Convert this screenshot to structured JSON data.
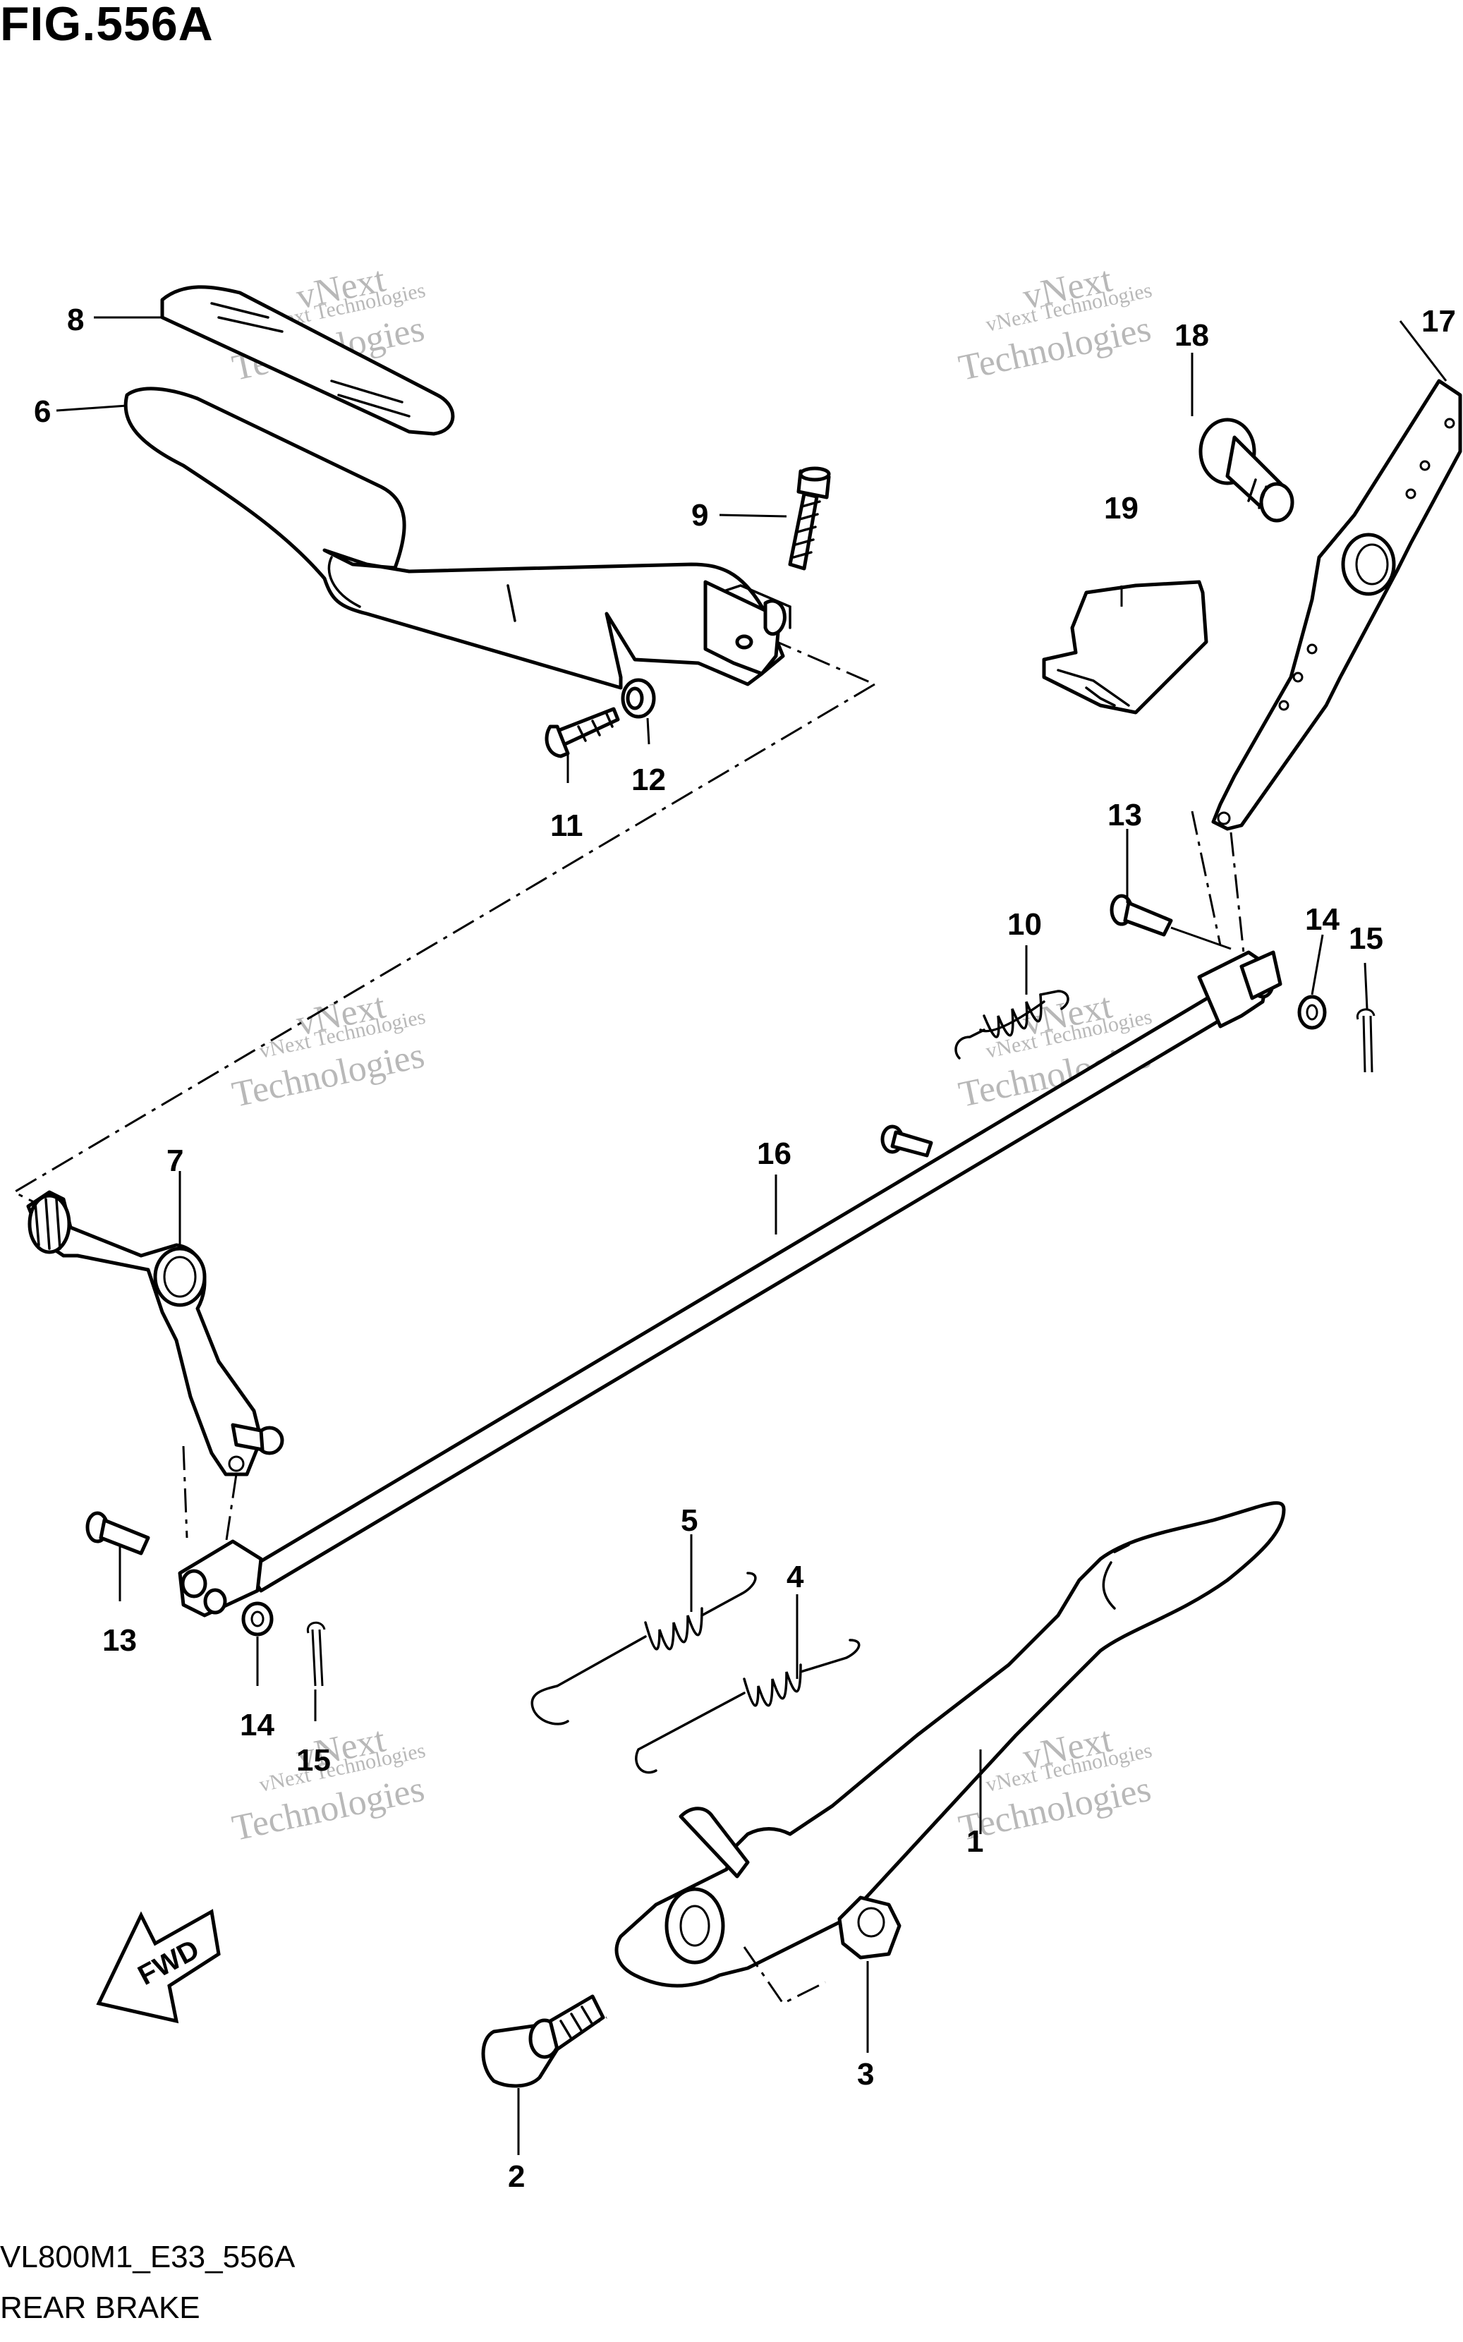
{
  "figure": {
    "title": "FIG.556A"
  },
  "footer": {
    "code": "VL800M1_E33_556A",
    "name": "REAR BRAKE"
  },
  "direction": {
    "label": "FWD"
  },
  "watermark": {
    "line1": "vNext Technologies",
    "line2a": "vNext",
    "line2b": "Technologies"
  },
  "callouts": [
    {
      "id": "c1",
      "label": "1"
    },
    {
      "id": "c2",
      "label": "2"
    },
    {
      "id": "c3",
      "label": "3"
    },
    {
      "id": "c4",
      "label": "4"
    },
    {
      "id": "c5",
      "label": "5"
    },
    {
      "id": "c6",
      "label": "6"
    },
    {
      "id": "c7",
      "label": "7"
    },
    {
      "id": "c8",
      "label": "8"
    },
    {
      "id": "c9",
      "label": "9"
    },
    {
      "id": "c10",
      "label": "10"
    },
    {
      "id": "c11",
      "label": "11"
    },
    {
      "id": "c12",
      "label": "12"
    },
    {
      "id": "c13a",
      "label": "13"
    },
    {
      "id": "c13b",
      "label": "13"
    },
    {
      "id": "c14a",
      "label": "14"
    },
    {
      "id": "c14b",
      "label": "14"
    },
    {
      "id": "c15a",
      "label": "15"
    },
    {
      "id": "c15b",
      "label": "15"
    },
    {
      "id": "c16",
      "label": "16"
    },
    {
      "id": "c17",
      "label": "17"
    },
    {
      "id": "c18",
      "label": "18"
    },
    {
      "id": "c19",
      "label": "19"
    }
  ]
}
